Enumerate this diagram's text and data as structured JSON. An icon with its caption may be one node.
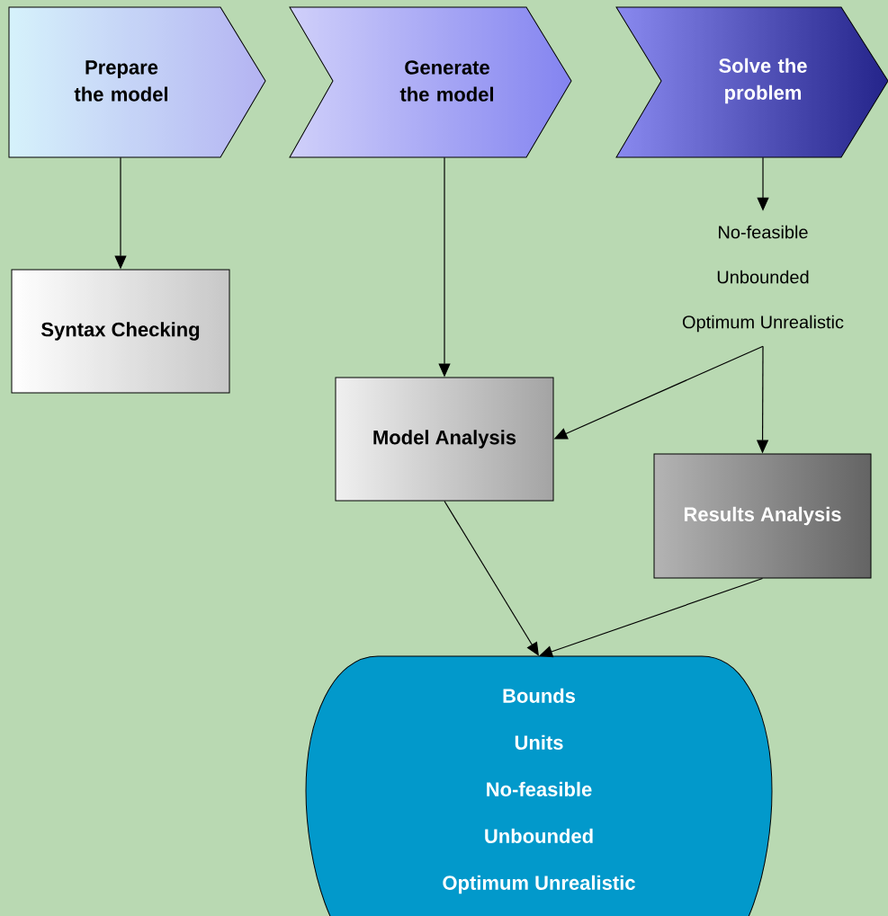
{
  "diagram": {
    "nodes": [
      {
        "text": [
          "Prepare the model"
        ]
      },
      {
        "text": [
          "Generate the model"
        ]
      },
      {
        "text": [
          "Solve the problem"
        ]
      },
      {
        "text": [
          "Syntax Checking"
        ]
      },
      {
        "text": [
          "No-feasible",
          "Unbounded",
          "Optimum Unrealistic"
        ]
      },
      {
        "text": [
          "Model Analysis"
        ]
      },
      {
        "text": [
          "Results Analysis"
        ]
      },
      {
        "text": [
          "Bounds",
          "Units",
          "No-feasible",
          "Unbounded",
          "Optimum Unrealistic"
        ]
      }
    ],
    "edges": [
      {
        "from": 0,
        "to": 3,
        "arrow": "to"
      },
      {
        "from": 1,
        "to": 5,
        "arrow": "to"
      },
      {
        "from": 2,
        "to": 4,
        "arrow": "to"
      },
      {
        "from": 4,
        "to": 5,
        "arrow": "to"
      },
      {
        "from": 4,
        "to": 6,
        "arrow": "to"
      },
      {
        "from": 5,
        "to": 7,
        "arrow": "to"
      },
      {
        "from": 6,
        "to": 7,
        "arrow": "to"
      }
    ]
  }
}
